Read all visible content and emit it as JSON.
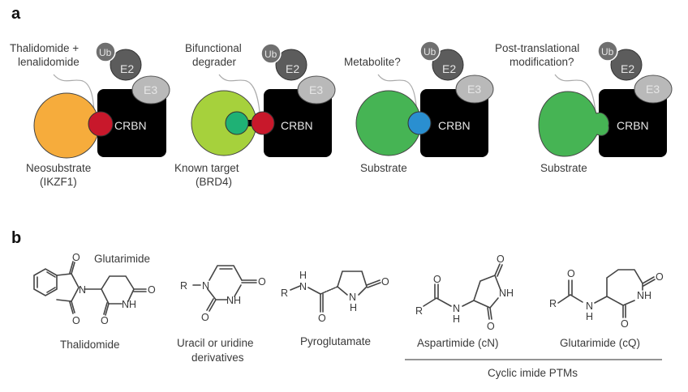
{
  "panel_a": {
    "label": "a",
    "common": {
      "crbn": "CRBN",
      "e3": "E3",
      "e2": "E2",
      "ub": "Ub"
    },
    "scenarios": [
      {
        "top_label": [
          "Thalidomide +",
          "lenalidomide"
        ],
        "bottom_label": [
          "Neosubstrate",
          "(IKZF1)"
        ],
        "substrate_color": "#f6ac3c",
        "ligand_colors": [
          "#c8182b"
        ]
      },
      {
        "top_label": [
          "Bifunctional",
          "degrader"
        ],
        "bottom_label": [
          "Known target",
          "(BRD4)"
        ],
        "substrate_color": "#a6d13c",
        "ligand_colors": [
          "#1fb175",
          "#c8182b"
        ]
      },
      {
        "top_label": [
          "Metabolite?"
        ],
        "bottom_label": [
          "Substrate"
        ],
        "substrate_color": "#46b454",
        "ligand_colors": [
          "#2a8fd0"
        ]
      },
      {
        "top_label": [
          "Post-translational",
          "modification?"
        ],
        "bottom_label": [
          "Substrate"
        ],
        "substrate_color": "#46b454",
        "ligand_colors": []
      }
    ],
    "colors": {
      "crbn": "#000000",
      "e3": "#b9b9b9",
      "e2": "#5c5c5c",
      "ub": "#6f6f6f"
    }
  },
  "panel_b": {
    "label": "b",
    "structures": [
      {
        "name": "Thalidomide",
        "annotation": "Glutarimide"
      },
      {
        "name": "Uracil or uridine",
        "name_line2": "derivatives"
      },
      {
        "name": "Pyroglutamate"
      },
      {
        "name": "Aspartimide (cN)"
      },
      {
        "name": "Glutarimide (cQ)"
      }
    ],
    "group_label": "Cyclic imide PTMs",
    "atoms": {
      "O": "O",
      "N": "N",
      "NH": "NH",
      "H": "H",
      "R": "R"
    }
  }
}
